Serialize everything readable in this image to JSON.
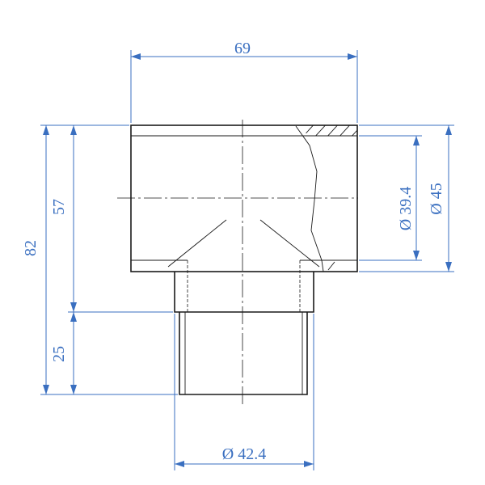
{
  "dimensions": {
    "top_width": "69",
    "overall_height": "82",
    "body_height": "57",
    "spigot_length": "25",
    "inner_diameter": "Ø 39.4",
    "outer_diameter": "Ø 45",
    "spigot_diameter": "Ø 42.4"
  },
  "colors": {
    "dimension": "#3a6fc0",
    "outline": "#1a1a1a"
  }
}
